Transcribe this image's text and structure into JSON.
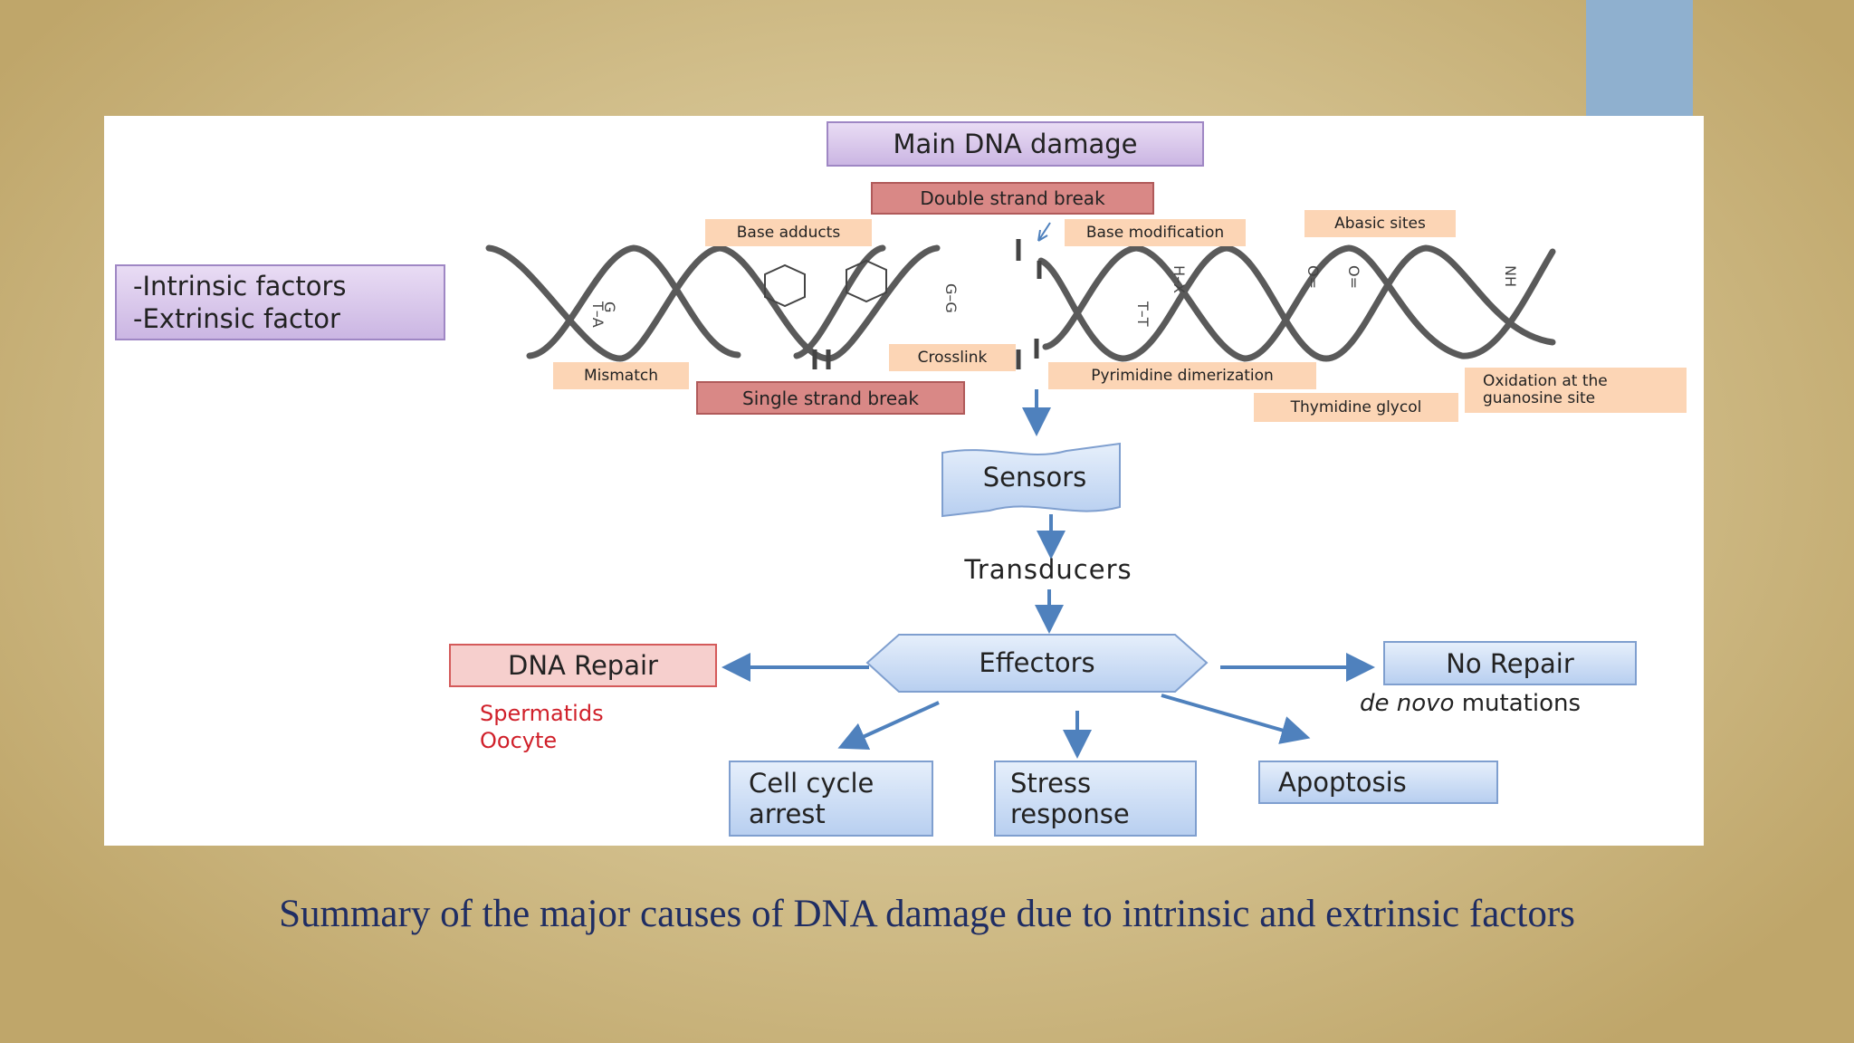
{
  "title": "Main DNA damage",
  "factors": {
    "line1": "-Intrinsic factors",
    "line2": "-Extrinsic factor"
  },
  "damage_types": {
    "double_strand_break": "Double strand break",
    "single_strand_break": "Single strand break",
    "base_adducts": "Base adducts",
    "base_modification": "Base modification",
    "abasic_sites": "Abasic sites",
    "mismatch": "Mismatch",
    "crosslink": "Crosslink",
    "pyrimidine_dimerization": "Pyrimidine dimerization",
    "thymidine_glycol": "Thymidine glycol",
    "oxidation_line1": "Oxidation at the",
    "oxidation_line2": "guanosine site"
  },
  "pathway": {
    "sensors": "Sensors",
    "transducers": "Transducers",
    "effectors": "Effectors",
    "dna_repair": "DNA Repair",
    "repair_note_line1": "Spermatids",
    "repair_note_line2": "Oocyte",
    "no_repair": "No Repair",
    "no_repair_note_italic": "de novo",
    "no_repair_note_rest": " mutations",
    "cell_cycle_line1": "Cell cycle",
    "cell_cycle_line2": "arrest",
    "stress_line1": "Stress",
    "stress_line2": "response",
    "apoptosis": "Apoptosis"
  },
  "caption": "Summary of the major causes of DNA damage due to intrinsic and extrinsic factors",
  "colors": {
    "background": "#d2bf8c",
    "accent_tab": "#8fb0cf",
    "arrow": "#4f81bd",
    "repair_text": "#d0202a",
    "caption_text": "#1f2d63",
    "helix": "#555555"
  }
}
